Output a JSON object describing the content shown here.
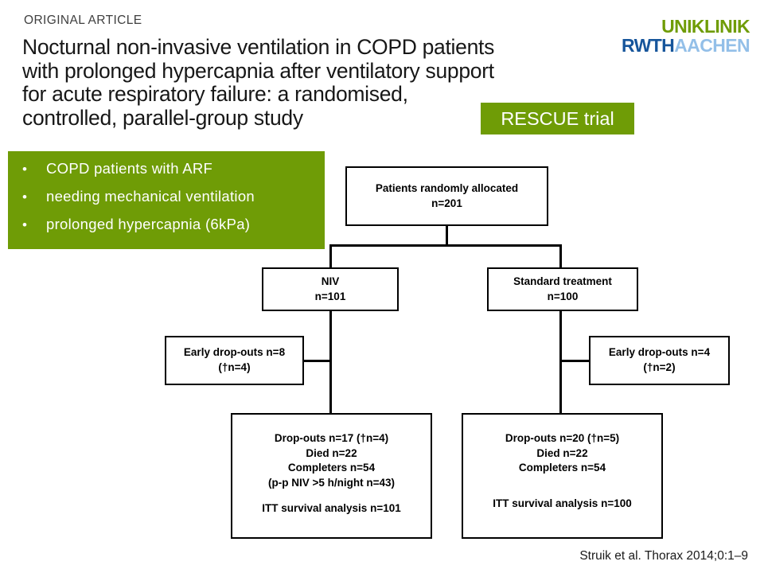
{
  "header": {
    "kicker": "ORIGINAL ARTICLE",
    "title_lines": [
      "Nocturnal non-invasive ventilation in COPD patients",
      "with prolonged hypercapnia after ventilatory support",
      "for acute respiratory failure: a randomised,",
      "controlled, parallel-group study"
    ]
  },
  "logo": {
    "line1": "UNIKLINIK",
    "rwth": "RWTH",
    "aachen": "AACHEN",
    "green": "#6f9c06",
    "blue_dark": "#16559b",
    "blue_light": "#93bfe8"
  },
  "rescue_badge": {
    "label": "RESCUE trial",
    "background": "#6f9c06",
    "text_color": "#ffffff"
  },
  "criteria_panel": {
    "background": "#6f9c06",
    "text_color": "#ffffff",
    "bullet_glyph": "•",
    "items": [
      "COPD patients with ARF",
      "needing mechanical ventilation",
      "prolonged hypercapnia (6kPa)"
    ]
  },
  "flowchart": {
    "type": "consort-flow-diagram",
    "nodes": {
      "randomised": {
        "lines": [
          "Patients randomly allocated",
          "n=201"
        ]
      },
      "niv": {
        "lines": [
          "NIV",
          "n=101"
        ]
      },
      "standard": {
        "lines": [
          "Standard treatment",
          "n=100"
        ]
      },
      "early_dropouts_niv": {
        "lines": [
          "Early drop-outs n=8",
          "(†n=4)"
        ]
      },
      "early_dropouts_standard": {
        "lines": [
          "Early drop-outs n=4",
          "(†n=2)"
        ]
      },
      "outcomes_niv": {
        "lines": [
          "Drop-outs n=17 (†n=4)",
          "Died n=22",
          "Completers n=54",
          "(p-p NIV >5 h/night n=43)",
          "",
          "ITT survival analysis n=101"
        ]
      },
      "outcomes_standard": {
        "lines": [
          "Drop-outs n=20 (†n=5)",
          "Died n=22",
          "Completers n=54",
          "",
          "ITT survival analysis n=100"
        ]
      }
    }
  },
  "citation": "Struik et al. Thorax 2014;0:1–9"
}
